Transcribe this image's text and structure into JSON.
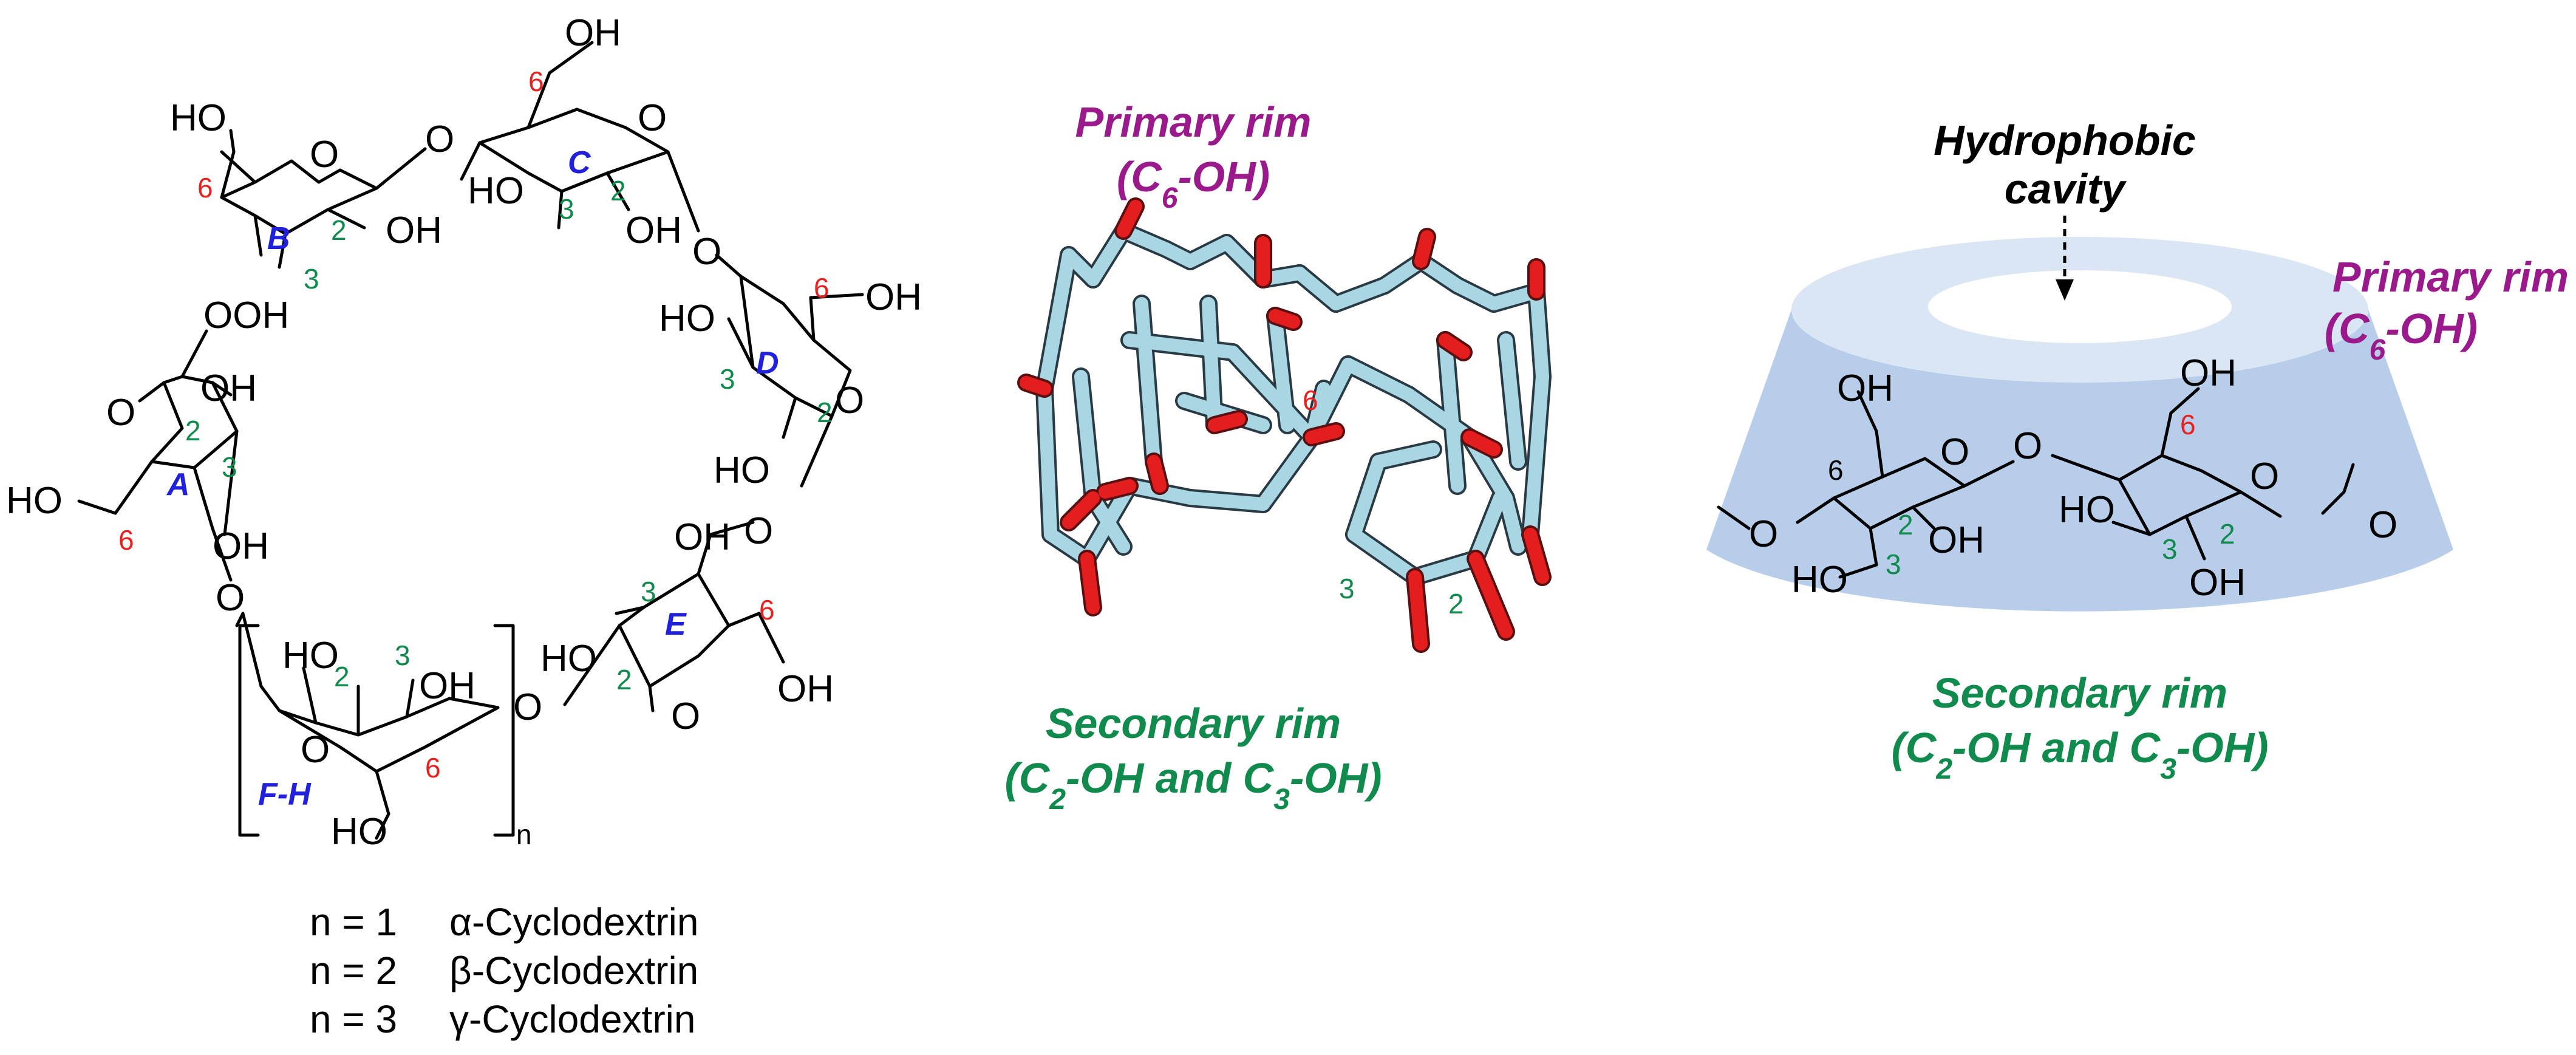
{
  "colors": {
    "red": "#e8201f",
    "green": "#118a4d",
    "blue": "#2020dd",
    "purple": "#9a1a8c",
    "cone": "#b7cde9",
    "cone_top": "#dae6f4",
    "stick_blue": "#a9d6e3",
    "stick_red": "#e41e1e"
  },
  "structure": {
    "oh": "OH",
    "ho": "HO",
    "o": "O",
    "ooh": "OOH",
    "ring_a": "A",
    "ring_b": "B",
    "ring_c": "C",
    "ring_d": "D",
    "ring_e": "E",
    "ring_fh": "F-H",
    "pos_2": "2",
    "pos_3": "3",
    "pos_6": "6",
    "subscript_n": "n"
  },
  "legend": [
    {
      "n": "n = 1",
      "name": "α-Cyclodextrin"
    },
    {
      "n": "n = 2",
      "name": "β-Cyclodextrin"
    },
    {
      "n": "n = 3",
      "name": "γ-Cyclodextrin"
    }
  ],
  "model3d": {
    "primary_rim": "Primary rim",
    "primary_rim_sub_pre": "(C",
    "primary_rim_sub_idx": "6",
    "primary_rim_sub_post": "-OH)",
    "secondary_rim": "Secondary rim",
    "secondary_pre": "(C",
    "secondary_idx_a": "2",
    "secondary_mid": "-OH and C",
    "secondary_idx_b": "3",
    "secondary_post": "-OH)",
    "label_6": "6",
    "label_3": "3",
    "label_2": "2"
  },
  "cone": {
    "cavity_line1": "Hydrophobic",
    "cavity_line2": "cavity",
    "primary_rim": "Primary rim",
    "primary_rim_sub_pre": "(C",
    "primary_rim_sub_idx": "6",
    "primary_rim_sub_post": "-OH)",
    "secondary_rim": "Secondary rim",
    "secondary_pre": "(C",
    "secondary_idx_a": "2",
    "secondary_mid": "-OH and C",
    "secondary_idx_b": "3",
    "secondary_post": "-OH)",
    "oh": "OH",
    "ho": "HO",
    "o": "O",
    "pos_2": "2",
    "pos_3": "3",
    "pos_6": "6"
  }
}
